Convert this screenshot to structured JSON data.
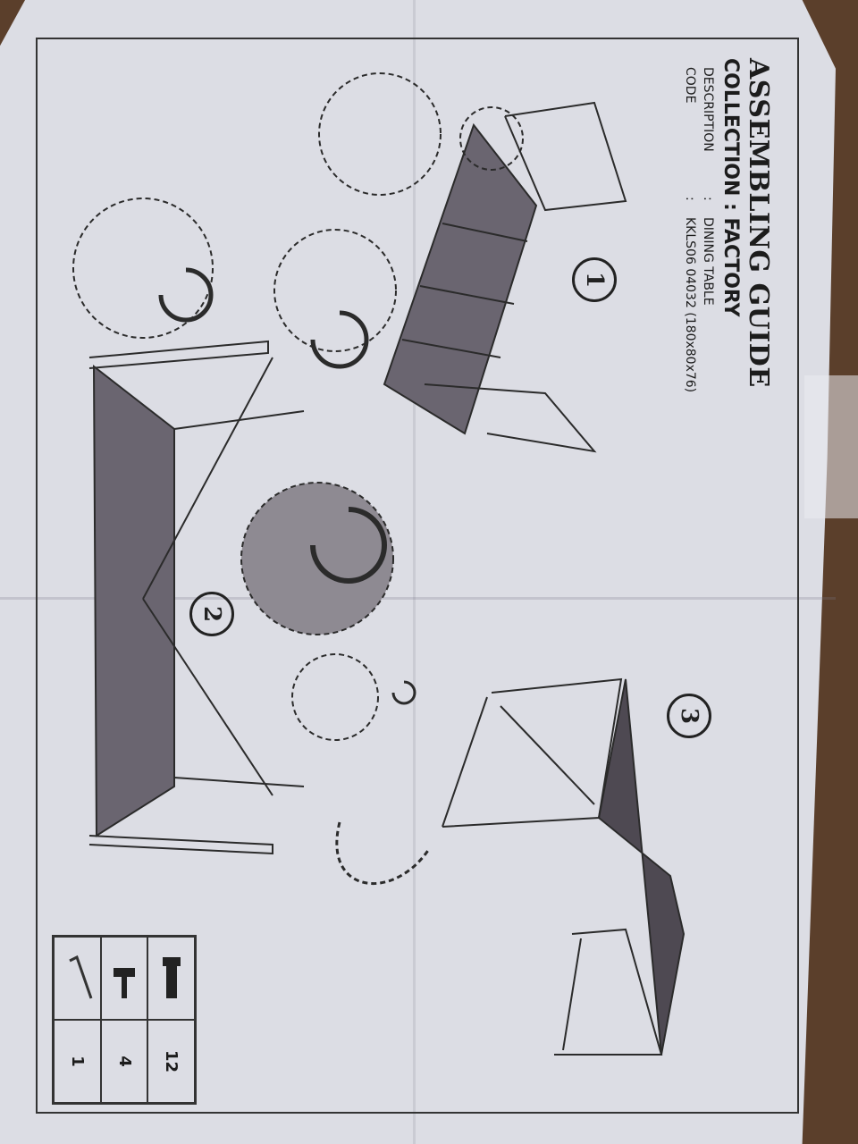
{
  "guide": {
    "title": "ASSEMBLING GUIDE",
    "collection_label": "COLLECTION",
    "collection_value": "FACTORY",
    "description_label": "DESCRIPTION",
    "description_value": "DINING TABLE",
    "code_label": "CODE",
    "code_value": "KKLS06 04032 (180x80x76)",
    "separator": ":"
  },
  "steps": [
    {
      "number": "1"
    },
    {
      "number": "2"
    },
    {
      "number": "3"
    }
  ],
  "parts": [
    {
      "icon": "bolt-icon",
      "quantity": "12"
    },
    {
      "icon": "foot-screw-icon",
      "quantity": "4"
    },
    {
      "icon": "allen-key-icon",
      "quantity": "1"
    }
  ],
  "colors": {
    "paper": "#dcdde4",
    "ink": "#1c1c1c",
    "background": "#5b3f2b"
  }
}
